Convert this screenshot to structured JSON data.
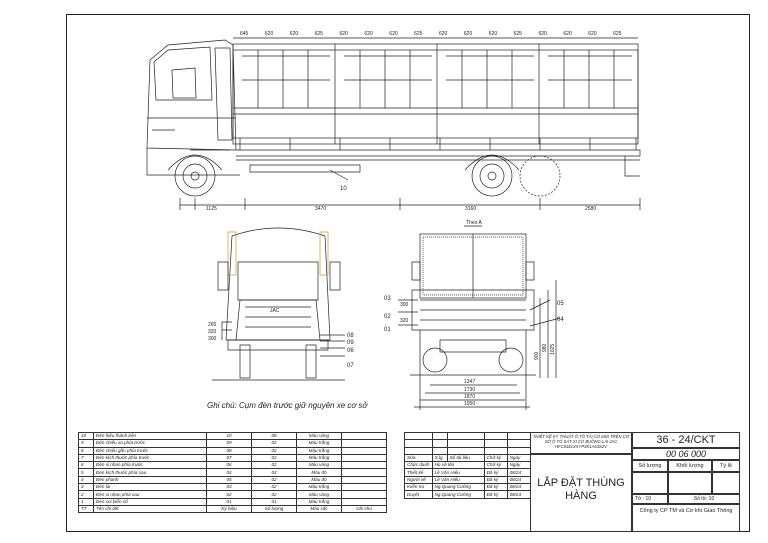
{
  "side_view": {
    "top_dims": [
      "645",
      "620",
      "620",
      "625",
      "620",
      "620",
      "620",
      "625",
      "620",
      "620",
      "620",
      "625",
      "620",
      "620",
      "620",
      "625"
    ],
    "bottom_dims": [
      "1125",
      "3470",
      "3160",
      "2580"
    ],
    "callout": "10"
  },
  "front_view": {
    "dims": [
      "265",
      "320",
      "300"
    ],
    "callouts": [
      "08",
      "09",
      "06",
      "07"
    ],
    "logo": "JAC"
  },
  "rear_view": {
    "view_label": "Theo A",
    "left_callouts": [
      "03",
      "02",
      "01"
    ],
    "left_dims": [
      "300",
      "320"
    ],
    "right_callouts": [
      "05",
      "04"
    ],
    "height_dims": [
      "900",
      "980",
      "1025"
    ],
    "width_dims": [
      "1347",
      "1730",
      "1870",
      "1950"
    ]
  },
  "note": "Ghi chú: Cụm đèn trước giữ nguyên xe cơ sở",
  "bom": {
    "rows": [
      [
        "10",
        "Đèn hiệu thành bên",
        "10",
        "08",
        "Màu vàng",
        ""
      ],
      [
        "9",
        "Đèn chiếu xa phía trước",
        "09",
        "02",
        "Màu trắng",
        ""
      ],
      [
        "8",
        "Đèn chiếu gần phía trước",
        "08",
        "02",
        "Màu trắng",
        ""
      ],
      [
        "7",
        "Đèn kích thước phía trước",
        "07",
        "02",
        "Màu trắng",
        ""
      ],
      [
        "6",
        "Đèn xi nhan phía trước",
        "06",
        "02",
        "Màu vàng",
        ""
      ],
      [
        "5",
        "Đèn kích thước phía sau",
        "04",
        "04",
        "Màu đỏ",
        ""
      ],
      [
        "4",
        "Đèn phanh",
        "05",
        "02",
        "Màu đỏ",
        ""
      ],
      [
        "3",
        "Đèn lùi",
        "03",
        "02",
        "Màu trắng",
        ""
      ],
      [
        "2",
        "Đèn xi nhan phía sau",
        "02",
        "02",
        "Màu vàng",
        ""
      ],
      [
        "1",
        "Đèn soi biển số",
        "01",
        "01",
        "Màu trắng",
        ""
      ]
    ],
    "header": [
      "TT",
      "Tên chi tiết",
      "Ký hiệu",
      "Số lượng",
      "Màu sắc",
      "Ghi chú"
    ]
  },
  "signatures": {
    "head": [
      "Sửa",
      "S.lg",
      "Số tài liệu",
      "Chữ ký",
      "Ngày"
    ],
    "rows": [
      [
        "Chức danh",
        "Họ và tên",
        "Chữ ký",
        "Ngày"
      ],
      [
        "Thiết kế",
        "Lê Văn Hiếu",
        "Đã ký",
        "08/24"
      ],
      [
        "Người vẽ",
        "Lê Văn Hiếu",
        "Đã ký",
        "08/24"
      ],
      [
        "Kiểm tra",
        "Ng.Quang Cường",
        "Đã ký",
        "08/24"
      ],
      [
        "Duyệt",
        "Ng.Quang Cường",
        "Đã ký",
        "08/24"
      ]
    ]
  },
  "title_block": {
    "project": "THIẾT KẾ KỸ THUẬT Ô TÔ TẢI CÓ MUI TRÊN CƠ SỞ Ô TÔ SÁT XI CÓ BUỒNG LÁI JAC HFC5181XXYP3K1A63S2V",
    "drawing_no": "36 - 24/CKT",
    "sheet_code": "00 06 000",
    "title": "LẮP ĐẶT THÙNG HÀNG",
    "qty_label": "Số lượng",
    "mass_label": "Khối lượng",
    "scale_label": "Tỷ lệ",
    "sheet_label": "Tờ : 10",
    "sheets_label": "Số tờ: 10",
    "company": "Công ty CP TM và Cơ khí Giao Thông"
  }
}
